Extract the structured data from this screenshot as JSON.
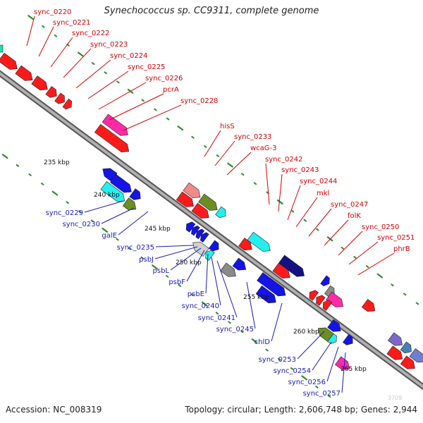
{
  "title": "Synechococcus sp. CC9311, complete genome",
  "footer": {
    "accession": "Accession: NC_008319",
    "stats": "Topology: circular; Length: 2,606,748 bp; Genes: 2,944"
  },
  "watermark": "3709",
  "colors": {
    "forward_label": "#d40000",
    "reverse_label": "#1a1ab8",
    "backbone": "#888888",
    "tick_marks": "#2e8b2e"
  },
  "tick_labels": [
    "235 kbp",
    "240 kbp",
    "245 kbp",
    "250 kbp",
    "255 kbp",
    "260 kbp",
    "265 kbp"
  ],
  "forward_labels": [
    "sync_0220",
    "sync_0221",
    "sync_0222",
    "sync_0223",
    "sync_0224",
    "sync_0225",
    "sync_0226",
    "pcrA",
    "sync_0228",
    "hisS",
    "sync_0233",
    "wcaG-3",
    "sync_0242",
    "sync_0243",
    "sync_0244",
    "mkl",
    "sync_0247",
    "folK",
    "sync_0250",
    "sync_0251",
    "phrB"
  ],
  "reverse_labels": [
    "sync_0229",
    "sync_0230",
    "galE",
    "sync_0235",
    "psbJ",
    "psbL",
    "psbF",
    "psbE",
    "sync_0240",
    "sync_0241",
    "sync_0245",
    "chlD",
    "sync_0253",
    "sync_0254",
    "sync_0256",
    "sync_0257"
  ]
}
